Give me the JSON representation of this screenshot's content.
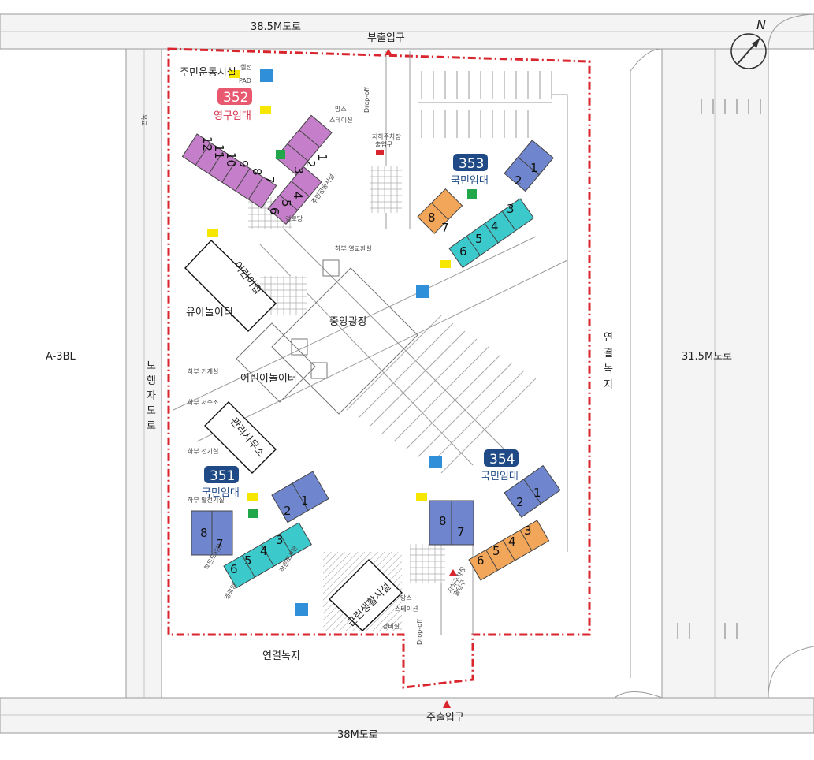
{
  "roads": {
    "top": "38.5M도로",
    "right": "31.5M도로",
    "bottom": "38M도로",
    "left_block": "A-3BL",
    "left_walkway": [
      "보",
      "행",
      "자",
      "도",
      "로"
    ]
  },
  "entrances": {
    "sub": "부출입구",
    "main": "주출입구",
    "parking_exit_top": [
      "지하주차장",
      "출입구"
    ],
    "parking_exit_bottom": [
      "지하주차장",
      "출입구"
    ]
  },
  "green": {
    "right": [
      "연",
      "결",
      "녹",
      "지"
    ],
    "bottom": "연결녹지"
  },
  "facilities": {
    "gym": "주민운동시설",
    "heli": [
      "헬전",
      "PAD"
    ],
    "daycare": "어린이집",
    "toddler_play": "유아놀이터",
    "central_plaza": "중앙광장",
    "kids_play": "어린이놀이터",
    "management": "관리사무소",
    "neighborhood": "근린생활시설",
    "guard": "경비실",
    "drop_off_top": "Drop-off",
    "drop_off_bottom": "Drop-off",
    "mang_top": [
      "망스",
      "스테이션"
    ],
    "mang_bottom": [
      "망스",
      "스테이션"
    ],
    "bridge": "육교",
    "under_vent": "하부 열교환실",
    "under_pump": "하부 기계실",
    "under_tank": "하부 저수조",
    "under_elec": "하부 전기실",
    "under_gen": "하부 발전기실",
    "small_lib": "작은도서관",
    "seniors": "경로당",
    "study_room": "작은도서관",
    "seniors_center": "경로당",
    "community": "주민공동시설"
  },
  "buildings": [
    {
      "number": "352",
      "type": "영구임대",
      "num_color": "#e8586e",
      "type_color": "#d6334d"
    },
    {
      "number": "353",
      "type": "국민임대",
      "num_color": "#1f4a86",
      "type_color": "#1f4a86"
    },
    {
      "number": "351",
      "type": "국민임대",
      "num_color": "#1f4a86",
      "type_color": "#1f4a86"
    },
    {
      "number": "354",
      "type": "국민임대",
      "num_color": "#1f4a86",
      "type_color": "#1f4a86"
    }
  ],
  "units": {
    "b352_long": [
      "12",
      "11",
      "10",
      "9",
      "8",
      "7"
    ],
    "b352_short": [
      "3",
      "2",
      "1"
    ],
    "b352_low": [
      "6",
      "5",
      "4"
    ],
    "b353_orange": [
      "8",
      "7"
    ],
    "b353_teal": [
      "6",
      "5",
      "4",
      "3"
    ],
    "b353_blue": [
      "2",
      "1"
    ],
    "b351_blue_left": [
      "8",
      "7"
    ],
    "b351_teal": [
      "6",
      "5",
      "4",
      "3"
    ],
    "b351_blue_right": [
      "2",
      "1"
    ],
    "b354_blue_left": [
      "8",
      "7"
    ],
    "b354_orange": [
      "6",
      "5",
      "4",
      "3"
    ],
    "b354_blue_right": [
      "2",
      "1"
    ]
  },
  "colors": {
    "site_boundary": "#d9262e",
    "purple": "#c57ec9",
    "teal": "#3cc9cc",
    "orange": "#f2a65a",
    "blue": "#6f86cf",
    "blue_dark": "#1f4a86",
    "pink": "#e8586e",
    "yellow": "#f6e600",
    "green_icon": "#21a74a",
    "recycle": "#2f8fd8"
  },
  "compass": "N"
}
